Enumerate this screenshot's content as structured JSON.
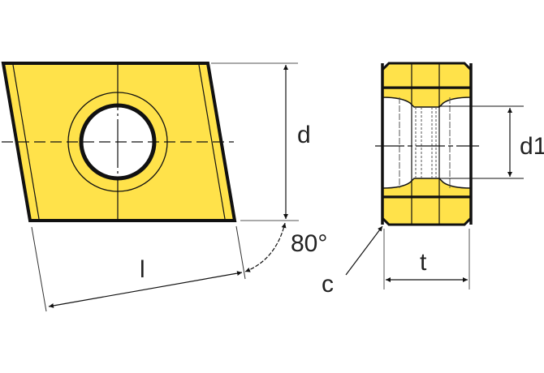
{
  "colors": {
    "insert_fill": "#ffe24a",
    "outline": "#111111",
    "dimension": "#222222"
  },
  "labels": {
    "d": "d",
    "l": "l",
    "angle": "80°",
    "c": "c",
    "d1": "d1",
    "t": "t"
  }
}
